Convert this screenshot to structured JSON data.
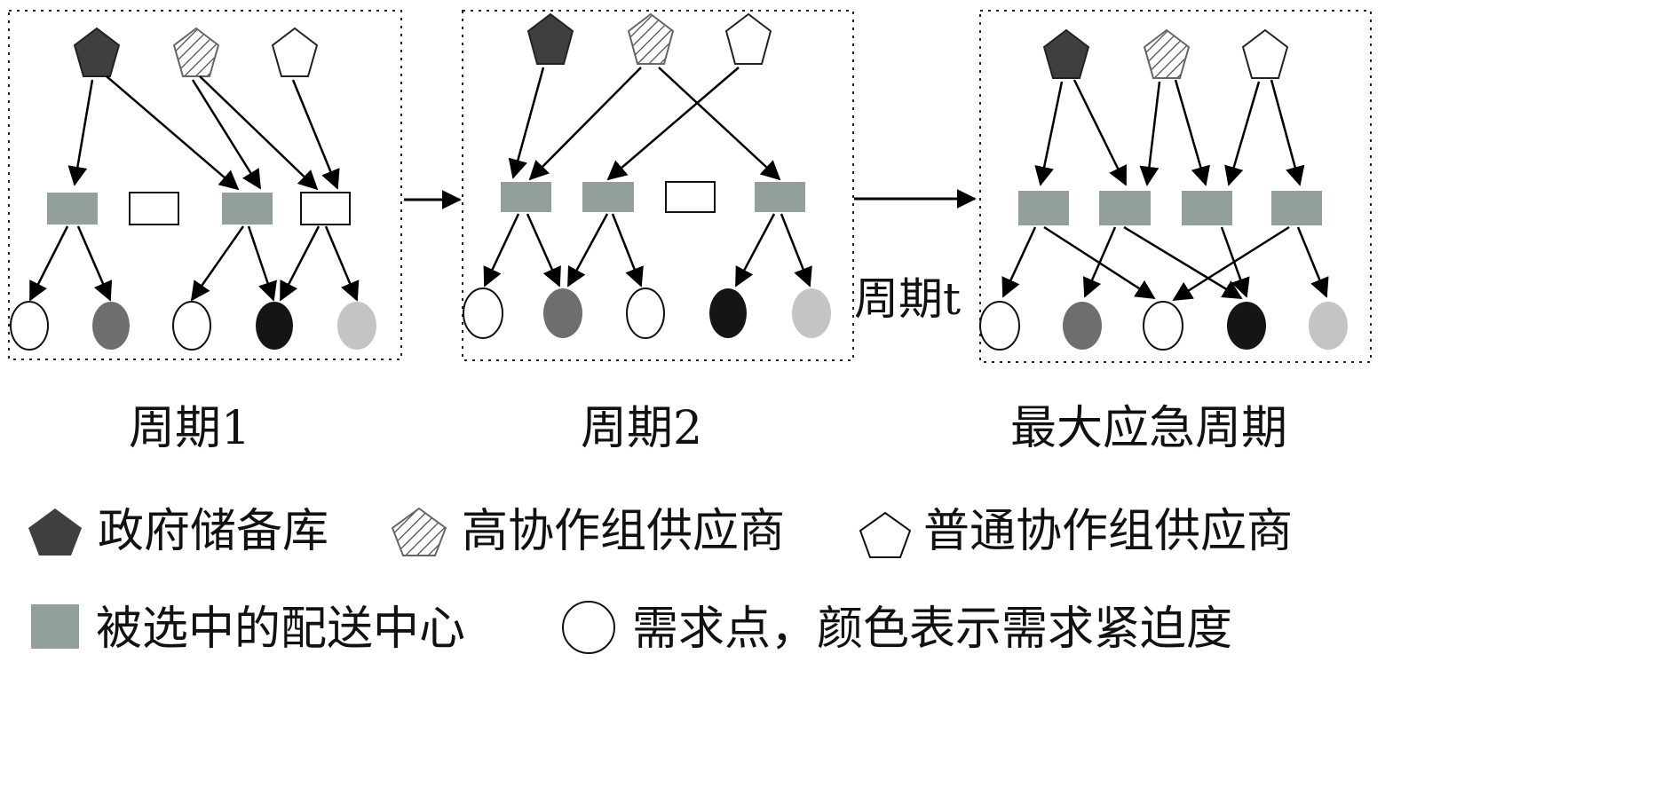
{
  "panels": [
    {
      "caption": "周期1"
    },
    {
      "caption": "周期2"
    },
    {
      "caption": "最大应急周期"
    }
  ],
  "period_t_label": "周期t",
  "legend": {
    "row1": [
      "政府储备库",
      "高协作组供应商",
      "普通协作组供应商"
    ],
    "row2": [
      "被选中的配送中心",
      "需求点，颜色表示需求紧迫度"
    ]
  },
  "colors": {
    "government_depot": "#3f3f3f",
    "selected_center": "#939f9a",
    "unselected_center": "#ffffff",
    "demand_high": "#151515",
    "demand_mid": "#6e6e6e",
    "demand_low": "#c4c4c4",
    "demand_none": "#ffffff",
    "hatch": "#444444"
  },
  "icons": {
    "government_depot": "filled-pentagon-icon",
    "high_coop_supplier": "hatched-pentagon-icon",
    "normal_supplier": "outline-pentagon-icon",
    "distribution_center": "rectangle-icon",
    "demand_point": "ellipse-icon"
  }
}
